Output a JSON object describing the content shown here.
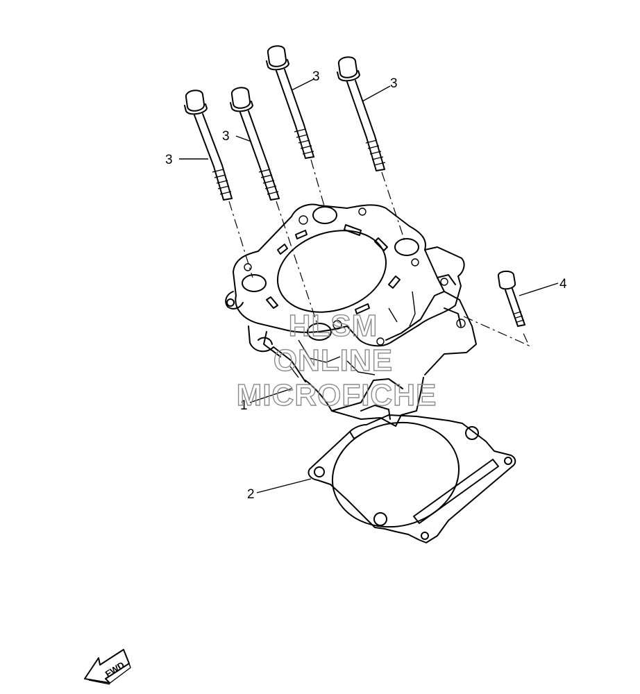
{
  "callouts": {
    "cylinder": "1",
    "gasket": "2",
    "bolt_a": "3",
    "bolt_b": "3",
    "bolt_c": "3",
    "bolt_d": "3",
    "small_bolt": "4"
  },
  "watermark": {
    "line1": "HLSM",
    "line2": "ONLINE",
    "line3": "MICROFICHE"
  },
  "direction_arrow": {
    "label": "FWD",
    "icon": "forward-arrow-icon"
  },
  "colors": {
    "ink": "#000000",
    "watermark": "#8a8a8a",
    "background": "#ffffff"
  }
}
